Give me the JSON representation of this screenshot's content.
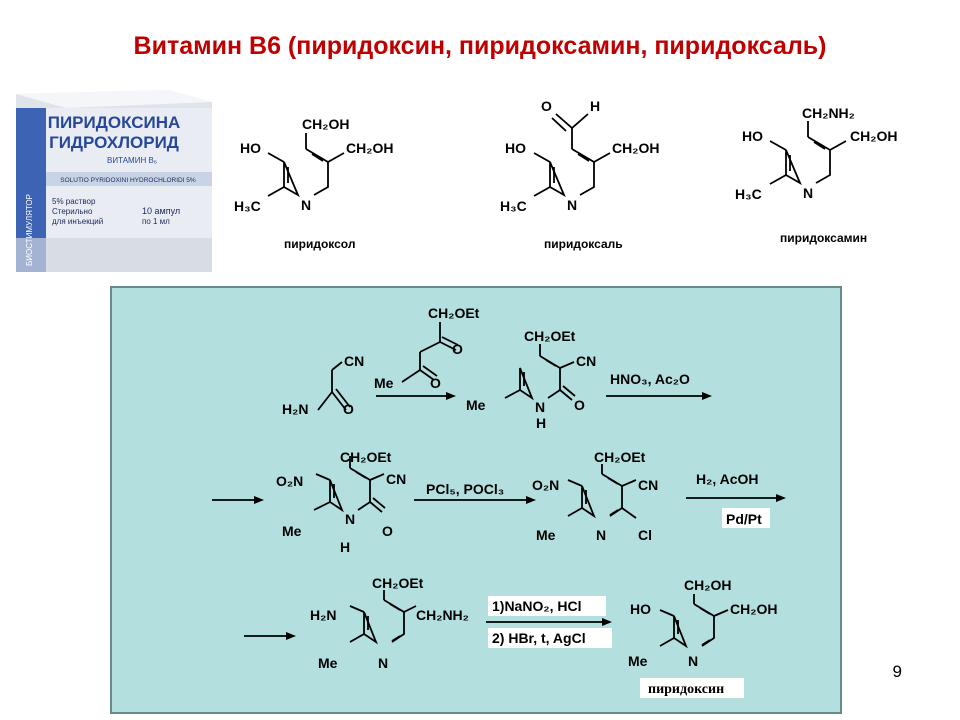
{
  "title": "Витамин В6 (пиридоксин, пиридоксамин, пиридоксаль)",
  "slide_number": "9",
  "package": {
    "line1": "ПИРИДОКСИНА",
    "line2": "ГИДРОХЛОРИД",
    "vitamin": "ВИТАМИН B₆",
    "latin": "SOLUTIO PYRIDOXINI HYDROCHLORIDI 5%",
    "solution": "5% раствор",
    "sterile": "Стерильно",
    "for_injection": "для инъекций",
    "ampoules": "10 ампул",
    "volume": "по 1 мл",
    "brand": "БИОСТИМУЛЯТОР"
  },
  "compounds": {
    "pyridoxol": "пиридоксол",
    "pyridoxal": "пиридоксаль",
    "pyridoxamine": "пиридоксамин",
    "pyridoxine": "пиридоксин"
  },
  "groups": {
    "ch2oh": "CH₂OH",
    "ho": "HO",
    "h3c": "H₃C",
    "n": "N",
    "cho_o": "O",
    "cho_h": "H",
    "ch2nh2": "CH₂NH₂",
    "cn": "CN",
    "h2n": "H₂N",
    "o": "O",
    "ch2oet": "CH₂OEt",
    "me": "Me",
    "nh": "H",
    "o2n": "O₂N",
    "cl": "Cl"
  },
  "reagents": {
    "nitration": "HNO₃, Ac₂O",
    "chlorination": "PCl₅, POCl₃",
    "hydrogenation_top": "H₂, AcOH",
    "hydrogenation_bottom": "Pd/Pt",
    "diazotization": "1)NaNO₂, HCl",
    "hydrolysis": "2) HBr, t, AgCl"
  }
}
